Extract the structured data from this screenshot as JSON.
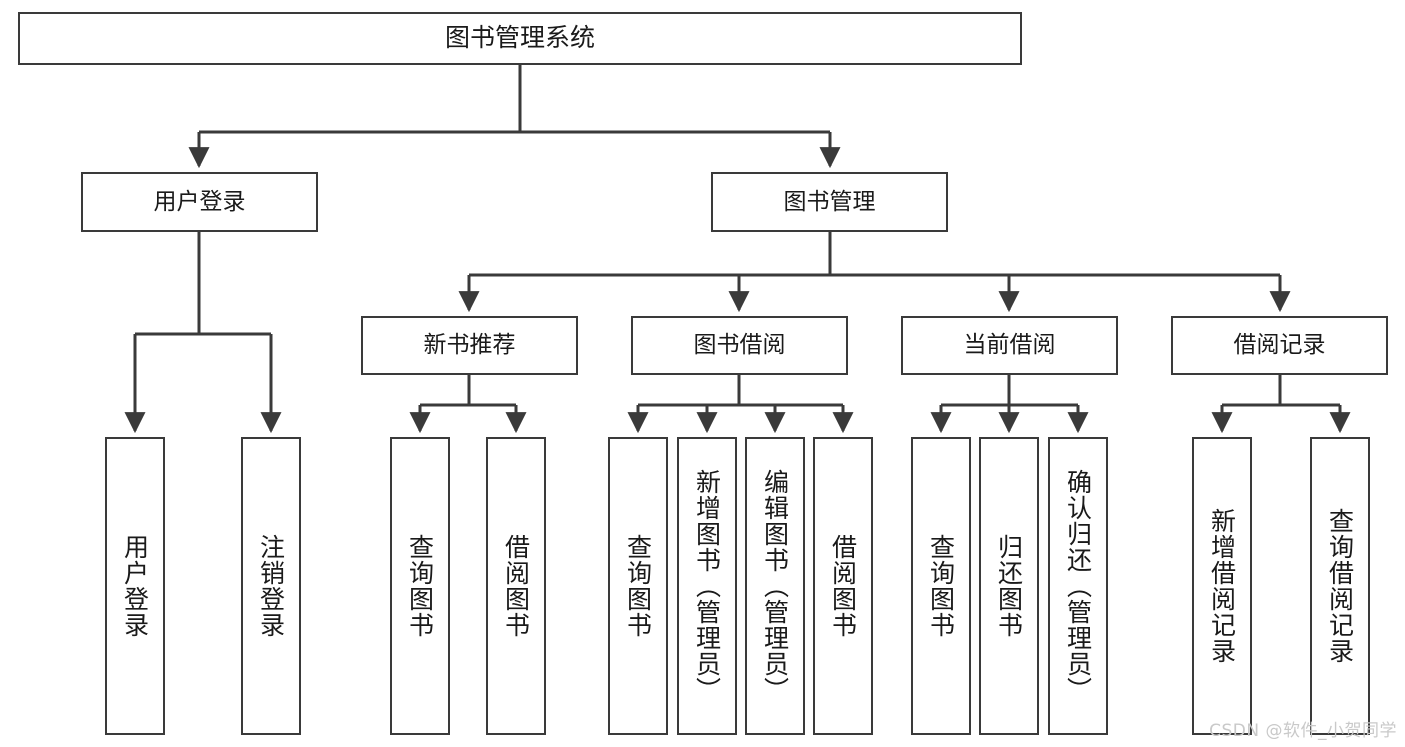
{
  "diagram": {
    "type": "tree",
    "title": "图书管理系统",
    "watermark": "CSDN @软件_小贺同学",
    "colors": {
      "box_border": "#3a3a3a",
      "box_fill": "#ffffff",
      "connector": "#3a3a3a",
      "text": "#1a1a1a",
      "watermark": "#c9c9c9"
    },
    "root": {
      "label": "图书管理系统"
    },
    "level2": [
      {
        "label": "用户登录"
      },
      {
        "label": "图书管理"
      }
    ],
    "level3": [
      {
        "label": "新书推荐"
      },
      {
        "label": "图书借阅"
      },
      {
        "label": "当前借阅"
      },
      {
        "label": "借阅记录"
      }
    ],
    "leaves": {
      "user_login": [
        {
          "label": "用户登录"
        },
        {
          "label": "注销登录"
        }
      ],
      "new_book_recommend": [
        {
          "label": "查询图书"
        },
        {
          "label": "借阅图书"
        }
      ],
      "book_borrow": [
        {
          "label": "查询图书"
        },
        {
          "label": "新增图书（管理员）"
        },
        {
          "label": "编辑图书（管理员）"
        },
        {
          "label": "借阅图书"
        }
      ],
      "current_borrow": [
        {
          "label": "查询图书"
        },
        {
          "label": "归还图书"
        },
        {
          "label": "确认归还（管理员）"
        }
      ],
      "borrow_record": [
        {
          "label": "新增借阅记录"
        },
        {
          "label": "查询借阅记录"
        }
      ]
    }
  }
}
